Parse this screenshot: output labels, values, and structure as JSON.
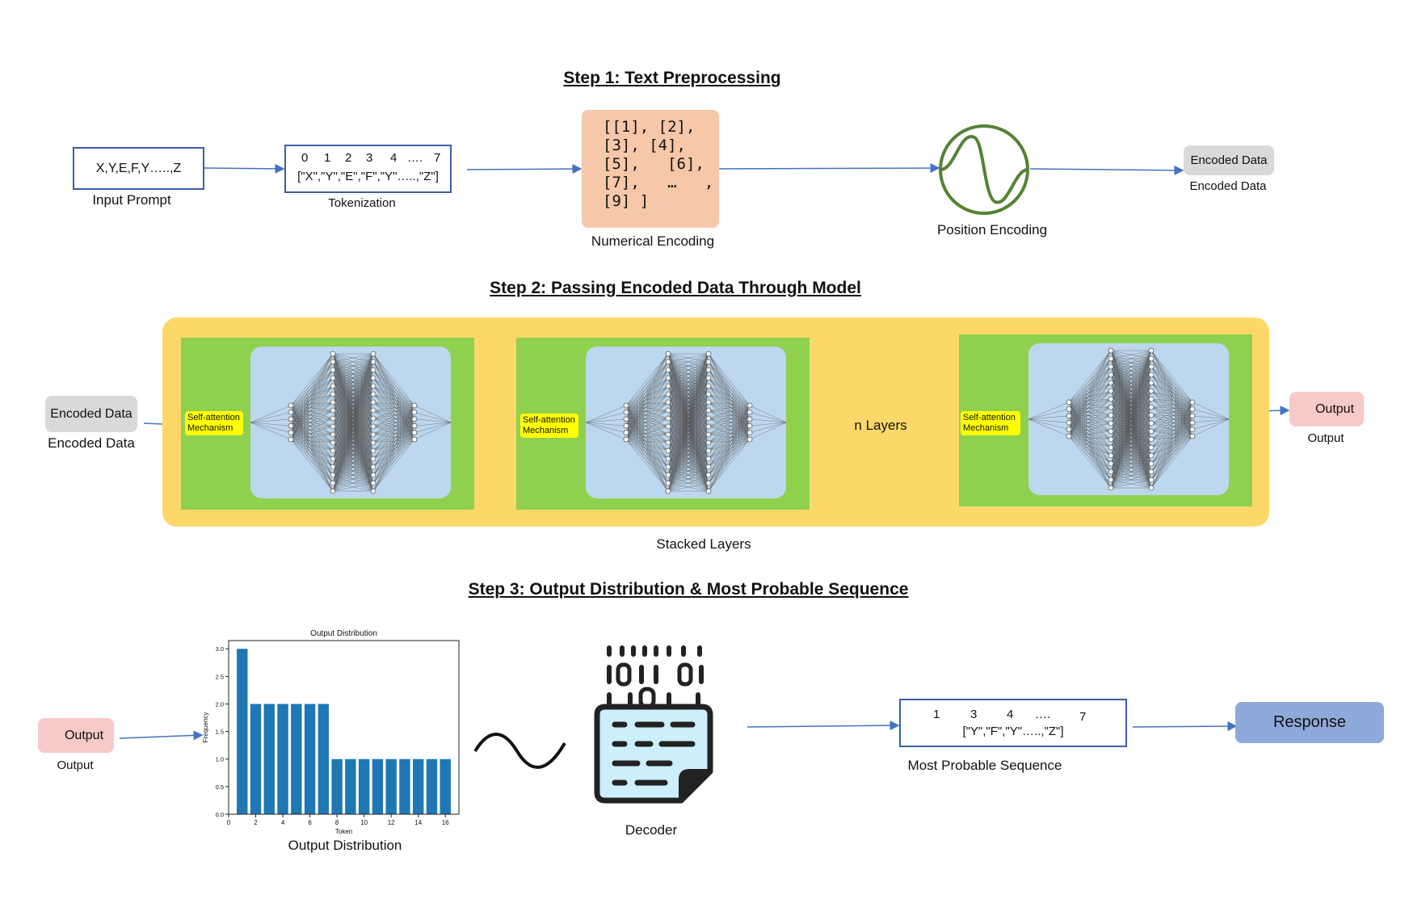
{
  "steps": {
    "step1_title": "Step 1: Text Preprocessing",
    "step2_title": "Step 2: Passing Encoded Data Through Model",
    "step3_title": "Step 3: Output Distribution & Most Probable Sequence"
  },
  "step1": {
    "input_text": "X,Y,E,F,Y…..,Z",
    "input_caption": "Input Prompt",
    "token_numbers": [
      "0",
      "1",
      "2",
      "3",
      "4",
      "….",
      "7"
    ],
    "token_strings": "[\"X\",\"Y\",\"E\",\"F\",\"Y\"…..,\"Z\"]",
    "tokenization_caption": "Tokenization",
    "numerical_matrix": "[[1], [2],\n[3], [4],\n[5],   [6],\n[7],   …   ,\n[9] ]",
    "numerical_caption": "Numerical Encoding",
    "position_caption": "Position Encoding",
    "encoded_box": "Encoded Data",
    "encoded_caption": "Encoded Data"
  },
  "step2": {
    "encoded_box": "Encoded Data",
    "encoded_caption": "Encoded Data",
    "self_attention_label": "Self-attention Mechanism",
    "n_layers": "n Layers",
    "stacked_caption": "Stacked Layers",
    "output_box": "Output",
    "output_caption": "Output"
  },
  "step3": {
    "output_box": "Output",
    "output_caption": "Output",
    "chart_caption": "Output Distribution",
    "decoder_caption": "Decoder",
    "sequence_numbers": [
      "1",
      "3",
      "4",
      "….",
      "7"
    ],
    "sequence_strings": "[\"Y\",\"F\",\"Y\"…..,\"Z\"]",
    "sequence_caption": "Most Probable Sequence",
    "response_button": "Response"
  },
  "chart_data": {
    "type": "bar",
    "title": "Output Distribution",
    "xlabel": "Token",
    "ylabel": "Frequency",
    "x": [
      1,
      2,
      3,
      4,
      5,
      6,
      7,
      8,
      9,
      10,
      11,
      12,
      13,
      14,
      15,
      16
    ],
    "values": [
      3,
      2,
      2,
      2,
      2,
      2,
      2,
      1,
      1,
      1,
      1,
      1,
      1,
      1,
      1,
      1
    ],
    "xlim": [
      0,
      17
    ],
    "ylim": [
      0,
      3.15
    ],
    "xticks": [
      0,
      2,
      4,
      6,
      8,
      10,
      12,
      14,
      16
    ],
    "yticks": [
      0.0,
      0.5,
      1.0,
      1.5,
      2.0,
      2.5,
      3.0
    ],
    "bar_color": "#1f77b4"
  },
  "colors": {
    "arrow": "#4472c4",
    "panel_yellow": "#fdd868",
    "layer_green": "#8fd14f",
    "network_blue": "#bdd7ee",
    "position_circle": "#548235",
    "response_blue": "#8eaadb"
  }
}
